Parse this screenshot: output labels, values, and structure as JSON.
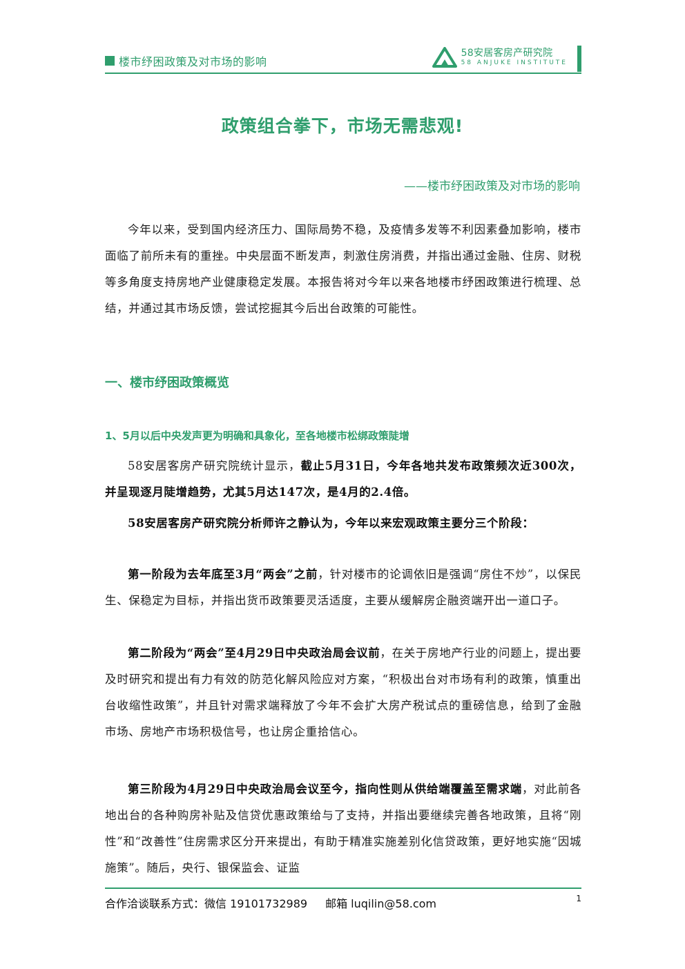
{
  "header": {
    "title": "楼市纾困政策及对市场的影响",
    "brand_cn": "58安居客房产研究院",
    "brand_en": "58 ANJUKE INSTITUTE",
    "accent_color": "#2f9e6d",
    "logo_icon": "triangle-logo-icon"
  },
  "doc": {
    "title": "政策组合拳下，市场无需悲观!",
    "subtitle": "——楼市纾困政策及对市场的影响",
    "intro": "今年以来，受到国内经济压力、国际局势不稳，及疫情多发等不利因素叠加影响，楼市面临了前所未有的重挫。中央层面不断发声，刺激住房消费，并指出通过金融、住房、财税等多角度支持房地产业健康稳定发展。本报告将对今年以来各地楼市纾困政策进行梳理、总结，并通过其市场反馈，尝试挖掘其今后出台政策的可能性。",
    "section1_heading": "一、楼市纾困政策概览",
    "section1_1_heading": "1、5月以后中央发声更为明确和具象化，至各地楼市松绑政策陡增",
    "p1_normal": "58安居客房产研究院统计显示，",
    "p1_bold": "截止5月31日，今年各地共发布政策频次近300次， 并呈现逐月陡增趋势，尤其5月达147次，是4月的2.4倍。",
    "p2_bold": "58安居客房产研究院分析师许之静认为，今年以来宏观政策主要分三个阶段：",
    "p3_bold": "第一阶段为去年底至3月“两会”之前",
    "p3_normal": "，针对楼市的论调依旧是强调“房住不炒”，以保民生、保稳定为目标，并指出货币政策要灵活适度，主要从缓解房企融资端开出一道口子。",
    "p4_bold": "第二阶段为“两会”至4月29日中央政治局会议前",
    "p4_normal": "，在关于房地产行业的问题上，提出要及时研究和提出有力有效的防范化解风险应对方案，“积极出台对市场有利的政策，慎重出台收缩性政策”，并且针对需求端释放了今年不会扩大房产税试点的重磅信息，给到了金融市场、房地产市场积极信号，也让房企重拾信心。",
    "p5_bold": "第三阶段为4月29日中央政治局会议至今，指向性则从供给端覆盖至需求端",
    "p5_normal": "，对此前各地出台的各种购房补贴及信贷优惠政策给与了支持，并指出要继续完善各地政策，且将“刚性”和“改善性”住房需求区分开来提出，有助于精准实施差别化信贷政策，更好地实施“因城施策”。随后，央行、银保监会、证监"
  },
  "footer": {
    "contact_label": "合作洽谈联系方式：微信 19101732989",
    "email_label": "邮箱 luqilin@58.com",
    "page_number": "1"
  }
}
